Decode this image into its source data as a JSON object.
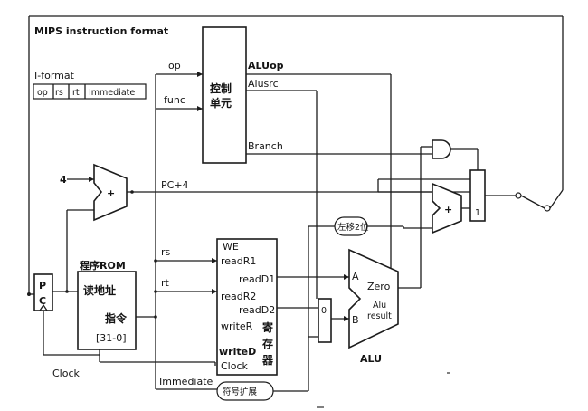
{
  "diagram": {
    "title": "MIPS instruction format",
    "iformat": {
      "label": "I-format",
      "fields": [
        "op",
        "rs",
        "rt",
        "Immediate"
      ]
    },
    "signals": {
      "op": "op",
      "func": "func",
      "aluop": "ALUop",
      "alusrc": "Alusrc",
      "branch": "Branch",
      "pc4": "PC+4",
      "rs": "rs",
      "rt": "rt",
      "immediate": "Immediate",
      "clock": "Clock",
      "four": "4"
    },
    "control_unit": {
      "line1": "控制",
      "line2": "单元"
    },
    "adder_symbol": "+",
    "pc": {
      "p": "P",
      "c": "C"
    },
    "rom": {
      "title": "程序ROM",
      "address": "读地址",
      "instr": "指令",
      "bits": "[31-0]"
    },
    "regfile": {
      "we": "WE",
      "readR1": "readR1",
      "readD1": "readD1",
      "readR2": "readR2",
      "readD2": "readD2",
      "writeR": "writeR",
      "writeD": "writeD",
      "clock": "Clock",
      "name": [
        "寄",
        "存",
        "器"
      ]
    },
    "alu": {
      "a": "A",
      "b": "B",
      "zero": "Zero",
      "result1": "Alu",
      "result2": "result",
      "name": "ALU"
    },
    "mux": {
      "zero": "0",
      "one": "1"
    },
    "shift": "左移2位",
    "signext": "符号扩展"
  }
}
